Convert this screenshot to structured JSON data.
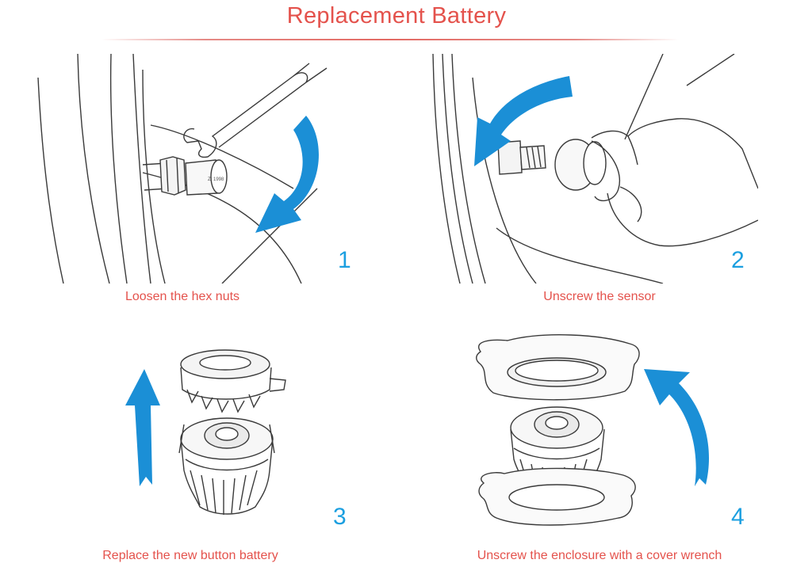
{
  "page": {
    "title": "Replacement Battery",
    "accent_color": "#e4524c",
    "arrow_color": "#1b8fd6"
  },
  "steps": [
    {
      "number": "1",
      "caption": "Loosen the hex nuts",
      "illustration": "wrench-loosening-hex-nut",
      "arrow": "curved-down-arrow-icon"
    },
    {
      "number": "2",
      "caption": "Unscrew the sensor",
      "illustration": "hand-unscrewing-sensor",
      "arrow": "curved-left-arrow-icon"
    },
    {
      "number": "3",
      "caption": "Replace the new button battery",
      "illustration": "sensor-cap-lifted",
      "arrow": "straight-up-arrow-icon"
    },
    {
      "number": "4",
      "caption": "Unscrew the enclosure with a cover wrench",
      "illustration": "cover-wrench-on-enclosure",
      "arrow": "curved-up-arrow-icon"
    }
  ]
}
